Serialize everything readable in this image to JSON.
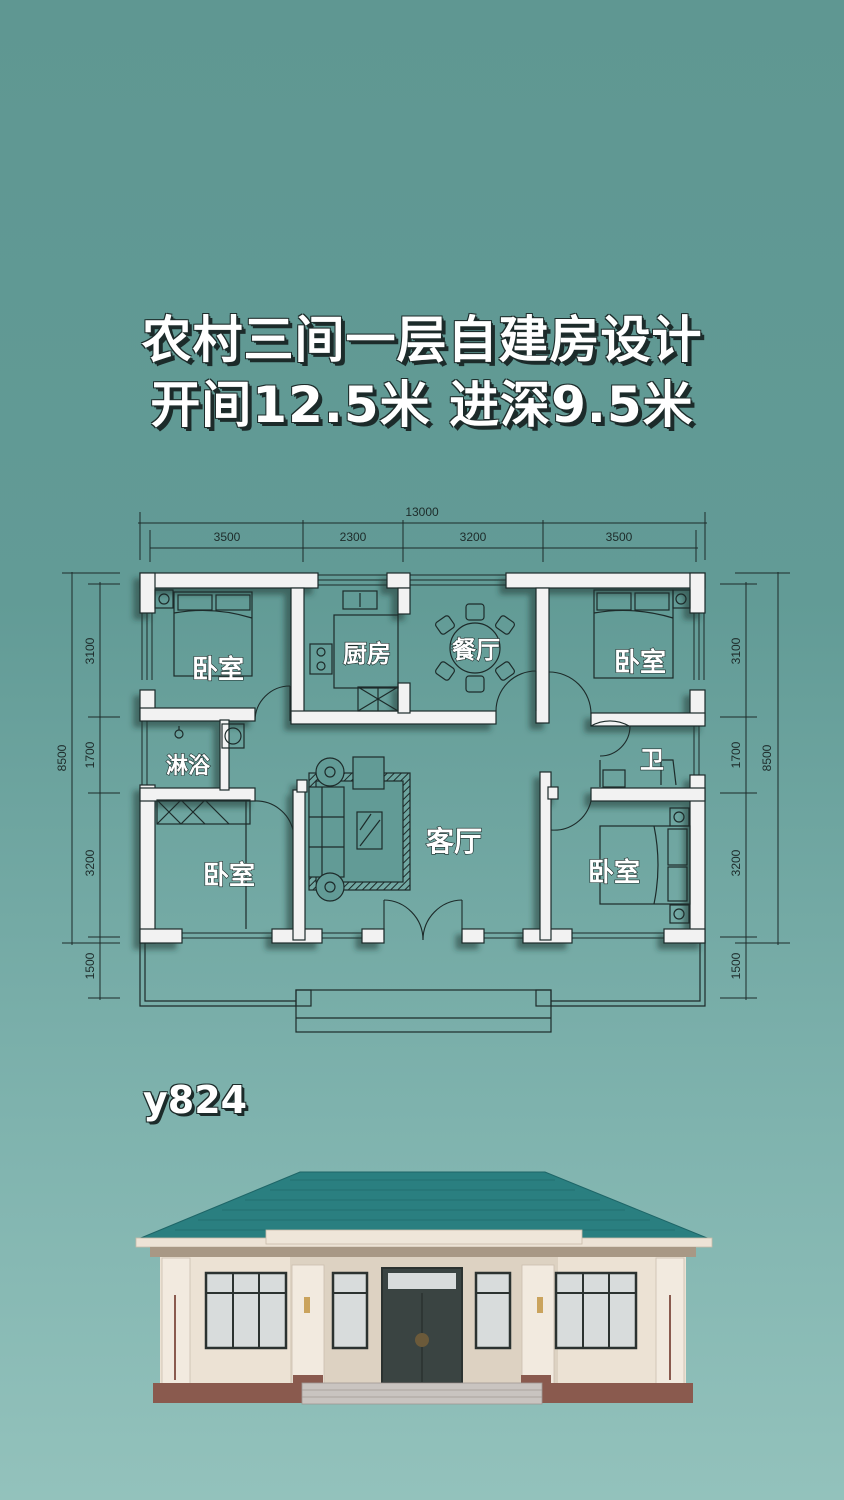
{
  "header": {
    "title_line1": "农村三间一层自建房设计",
    "title_line2": "开间12.5米  进深9.5米"
  },
  "floorplan": {
    "dimensions_top": {
      "total": "13000",
      "segments": [
        "3500",
        "2300",
        "3200",
        "3500"
      ]
    },
    "dimensions_left": {
      "total": "8500",
      "segments": [
        "3100",
        "1700",
        "3200",
        "1500"
      ]
    },
    "dimensions_right": {
      "total": "8500",
      "segments": [
        "3100",
        "1700",
        "3200",
        "1500"
      ]
    },
    "rooms": {
      "bedroom_nw": "卧室",
      "kitchen": "厨房",
      "dining": "餐厅",
      "bedroom_ne": "卧室",
      "shower": "淋浴",
      "toilet": "卫",
      "bedroom_sw": "卧室",
      "living": "客厅",
      "bedroom_se": "卧室"
    }
  },
  "design_code": "y824",
  "colors": {
    "background_top": "#5f9792",
    "background_bottom": "#93c2bc",
    "wall": "#f2f2f2",
    "line": "#1d2b2a",
    "roof": "#2a7f80",
    "facade": "#ece2d4",
    "base": "#8a5a4e"
  }
}
